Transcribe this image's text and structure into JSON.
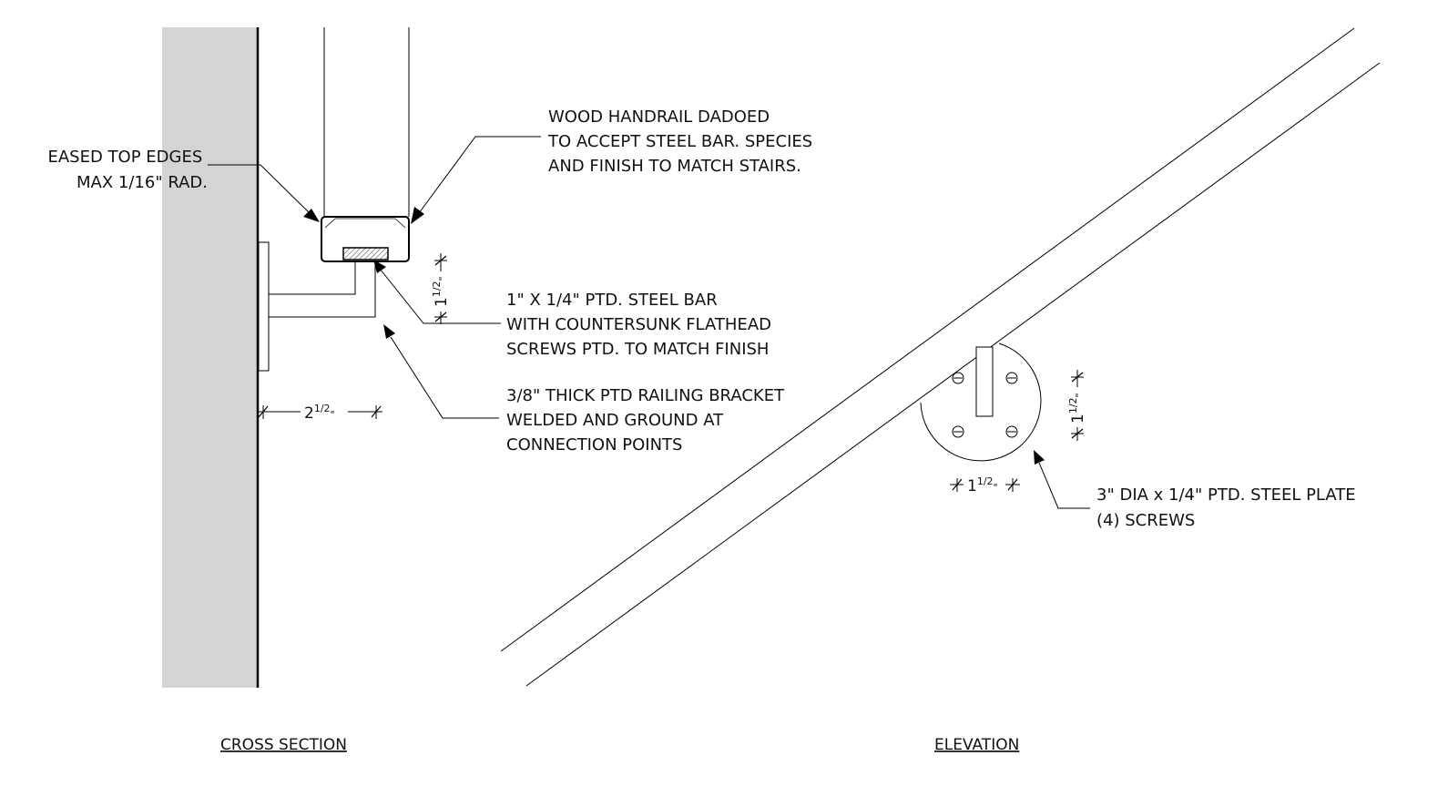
{
  "notes": {
    "eased_edges": {
      "line1": "EASED TOP EDGES",
      "line2": "MAX 1/16\" RAD."
    },
    "wood_handrail": {
      "line1": "WOOD HANDRAIL DADOED",
      "line2": "TO ACCEPT STEEL BAR.  SPECIES",
      "line3": "AND FINISH TO MATCH STAIRS."
    },
    "steel_bar": {
      "line1": "1\" X 1/4\" PTD. STEEL BAR",
      "line2": "WITH COUNTERSUNK FLATHEAD",
      "line3": "SCREWS PTD. TO MATCH FINISH"
    },
    "bracket": {
      "line1": "3/8\" THICK PTD RAILING BRACKET",
      "line2": "WELDED AND GROUND AT",
      "line3": "CONNECTION POINTS"
    },
    "plate": {
      "line1": "3\" DIA x 1/4\" PTD. STEEL PLATE",
      "line2": "(4) SCREWS"
    }
  },
  "dimensions": {
    "bracket_projection": {
      "whole": "2",
      "fraction": "1/2",
      "unit": "\""
    },
    "bar_height": {
      "whole": "1",
      "fraction": "1/2",
      "unit": "\""
    },
    "plate_vertical": {
      "whole": "1",
      "fraction": "1/2",
      "unit": "\""
    },
    "plate_horizontal": {
      "whole": "1",
      "fraction": "1/2",
      "unit": "\""
    }
  },
  "titles": {
    "cross_section": "CROSS SECTION",
    "elevation": "ELEVATION"
  },
  "colors": {
    "wall": "#d4d4d4",
    "line": "#000000",
    "hatch": "#555555"
  }
}
